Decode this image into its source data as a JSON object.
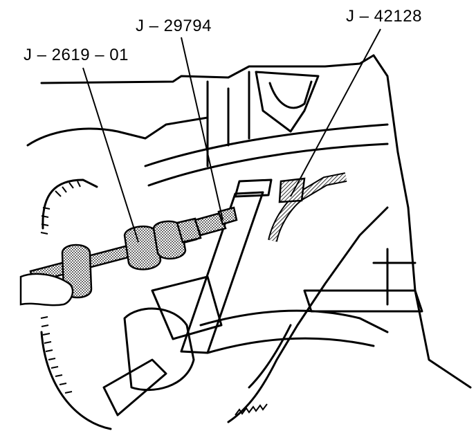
{
  "callouts": [
    {
      "id": "tool-1",
      "label": "J – 2619 – 01"
    },
    {
      "id": "tool-2",
      "label": "J – 29794"
    },
    {
      "id": "tool-3",
      "label": "J – 42128"
    }
  ],
  "colors": {
    "ink": "#000000",
    "paper": "#ffffff",
    "shade": "#8a8a8a"
  }
}
